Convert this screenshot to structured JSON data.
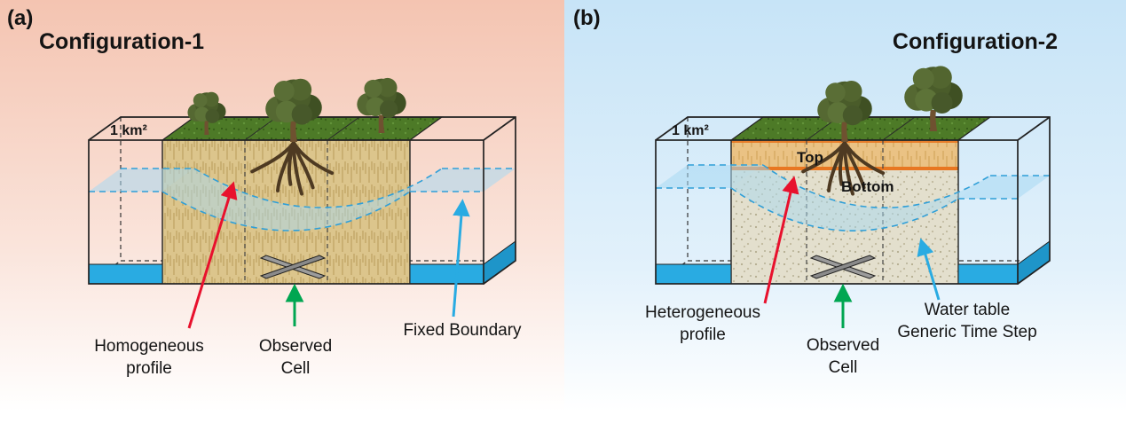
{
  "figure": {
    "panel_a": {
      "marker": "(a)",
      "title": "Configuration-1",
      "area_label": "1 km²",
      "labels": {
        "profile_line1": "Homogeneous",
        "profile_line2": "profile",
        "observed_line1": "Observed",
        "observed_line2": "Cell",
        "boundary": "Fixed Boundary"
      }
    },
    "panel_b": {
      "marker": "(b)",
      "title": "Configuration-2",
      "area_label": "1 km²",
      "layers": {
        "top": "Top",
        "bottom": "Bottom"
      },
      "labels": {
        "profile_line1": "Heterogeneous",
        "profile_line2": "profile",
        "observed_line1": "Observed",
        "observed_line2": "Cell",
        "watertable_line1": "Water table",
        "watertable_line2": "Generic Time Step"
      }
    }
  },
  "colors": {
    "panel_a_background": "#f5c7b5",
    "panel_b_background": "#c9e5f8",
    "soil_homogeneous": "#dcc58c",
    "soil_layer_top": "#eac284",
    "soil_layer_bottom": "#e3dfcd",
    "layer_boundary_orange": "#e87722",
    "grass_green": "#4d7a27",
    "water_solid": "#29abe2",
    "water_surface": "#a8d9f2",
    "arrow_red": "#e8112d",
    "arrow_green": "#00a651",
    "arrow_blue": "#29abe2"
  }
}
